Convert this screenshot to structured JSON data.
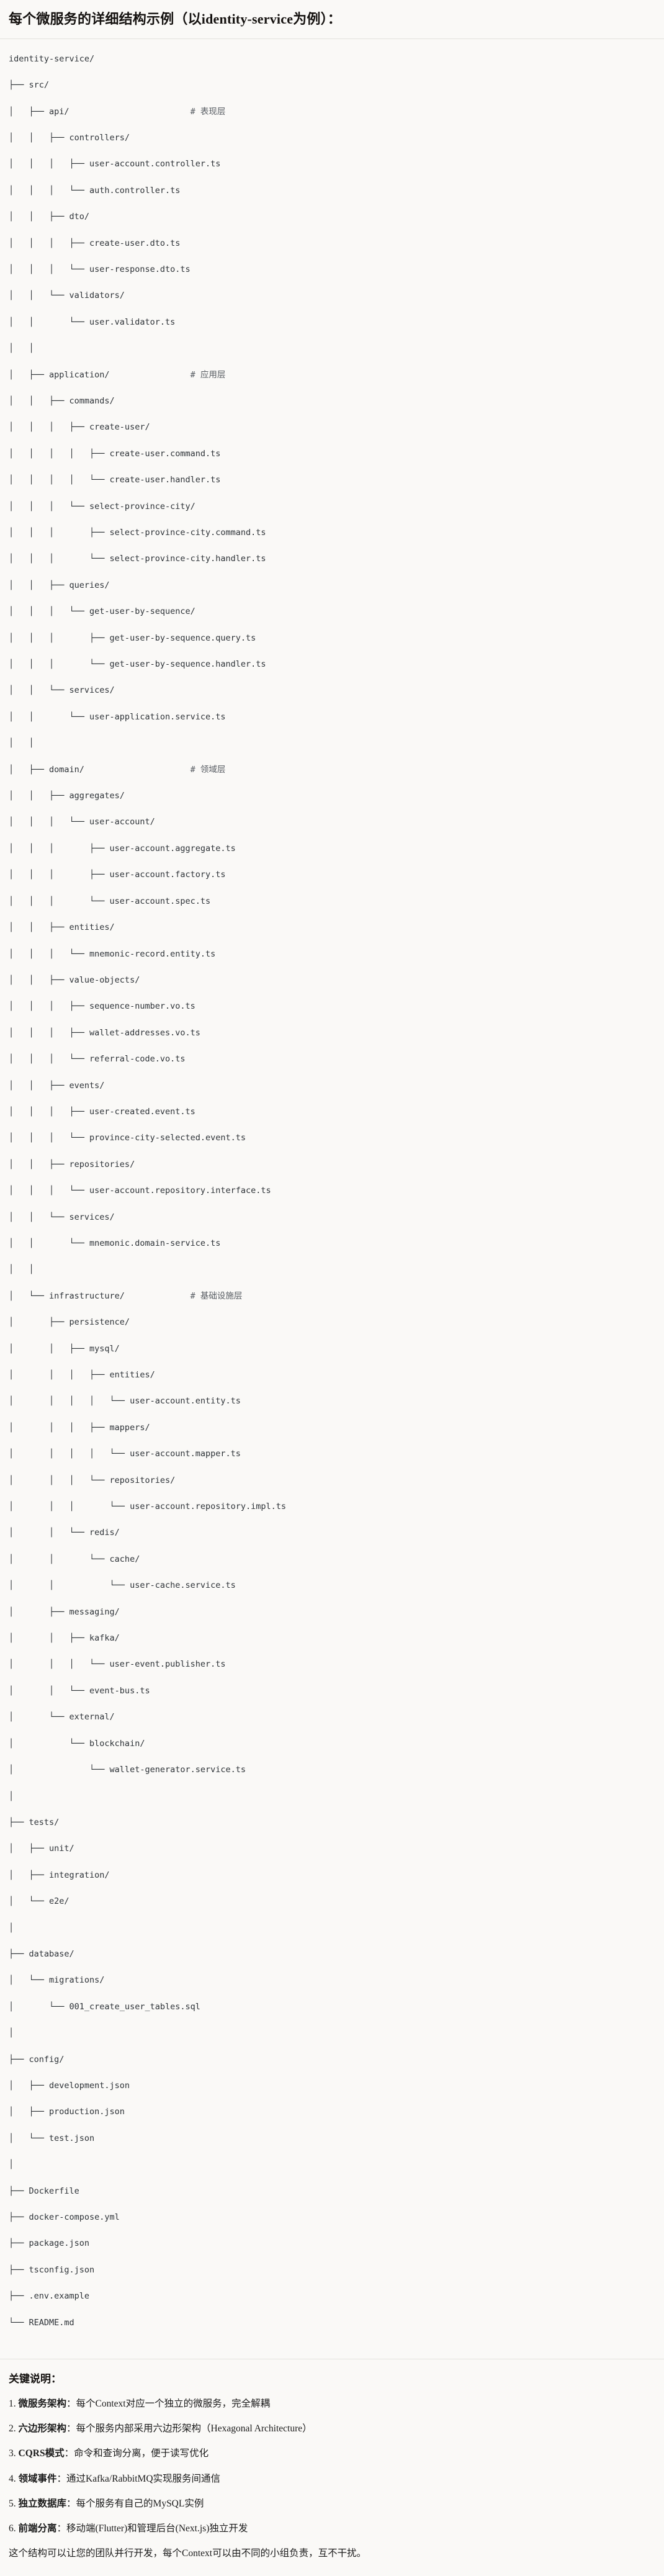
{
  "header": {
    "title": "每个微服务的详细结构示例（以identity-service为例）："
  },
  "tree": {
    "root_label": "identity-service/",
    "lines": [
      {
        "path": "identity-service/",
        "comment": ""
      },
      {
        "path": "├── src/",
        "comment": ""
      },
      {
        "path": "│   ├── api/",
        "comment": "# 表现层"
      },
      {
        "path": "│   │   ├── controllers/",
        "comment": ""
      },
      {
        "path": "│   │   │   ├── user-account.controller.ts",
        "comment": ""
      },
      {
        "path": "│   │   │   └── auth.controller.ts",
        "comment": ""
      },
      {
        "path": "│   │   ├── dto/",
        "comment": ""
      },
      {
        "path": "│   │   │   ├── create-user.dto.ts",
        "comment": ""
      },
      {
        "path": "│   │   │   └── user-response.dto.ts",
        "comment": ""
      },
      {
        "path": "│   │   └── validators/",
        "comment": ""
      },
      {
        "path": "│   │       └── user.validator.ts",
        "comment": ""
      },
      {
        "path": "│   │",
        "comment": ""
      },
      {
        "path": "│   ├── application/",
        "comment": "# 应用层"
      },
      {
        "path": "│   │   ├── commands/",
        "comment": ""
      },
      {
        "path": "│   │   │   ├── create-user/",
        "comment": ""
      },
      {
        "path": "│   │   │   │   ├── create-user.command.ts",
        "comment": ""
      },
      {
        "path": "│   │   │   │   └── create-user.handler.ts",
        "comment": ""
      },
      {
        "path": "│   │   │   └── select-province-city/",
        "comment": ""
      },
      {
        "path": "│   │   │       ├── select-province-city.command.ts",
        "comment": ""
      },
      {
        "path": "│   │   │       └── select-province-city.handler.ts",
        "comment": ""
      },
      {
        "path": "│   │   ├── queries/",
        "comment": ""
      },
      {
        "path": "│   │   │   └── get-user-by-sequence/",
        "comment": ""
      },
      {
        "path": "│   │   │       ├── get-user-by-sequence.query.ts",
        "comment": ""
      },
      {
        "path": "│   │   │       └── get-user-by-sequence.handler.ts",
        "comment": ""
      },
      {
        "path": "│   │   └── services/",
        "comment": ""
      },
      {
        "path": "│   │       └── user-application.service.ts",
        "comment": ""
      },
      {
        "path": "│   │",
        "comment": ""
      },
      {
        "path": "│   ├── domain/",
        "comment": "# 领域层"
      },
      {
        "path": "│   │   ├── aggregates/",
        "comment": ""
      },
      {
        "path": "│   │   │   └── user-account/",
        "comment": ""
      },
      {
        "path": "│   │   │       ├── user-account.aggregate.ts",
        "comment": ""
      },
      {
        "path": "│   │   │       ├── user-account.factory.ts",
        "comment": ""
      },
      {
        "path": "│   │   │       └── user-account.spec.ts",
        "comment": ""
      },
      {
        "path": "│   │   ├── entities/",
        "comment": ""
      },
      {
        "path": "│   │   │   └── mnemonic-record.entity.ts",
        "comment": ""
      },
      {
        "path": "│   │   ├── value-objects/",
        "comment": ""
      },
      {
        "path": "│   │   │   ├── sequence-number.vo.ts",
        "comment": ""
      },
      {
        "path": "│   │   │   ├── wallet-addresses.vo.ts",
        "comment": ""
      },
      {
        "path": "│   │   │   └── referral-code.vo.ts",
        "comment": ""
      },
      {
        "path": "│   │   ├── events/",
        "comment": ""
      },
      {
        "path": "│   │   │   ├── user-created.event.ts",
        "comment": ""
      },
      {
        "path": "│   │   │   └── province-city-selected.event.ts",
        "comment": ""
      },
      {
        "path": "│   │   ├── repositories/",
        "comment": ""
      },
      {
        "path": "│   │   │   └── user-account.repository.interface.ts",
        "comment": ""
      },
      {
        "path": "│   │   └── services/",
        "comment": ""
      },
      {
        "path": "│   │       └── mnemonic.domain-service.ts",
        "comment": ""
      },
      {
        "path": "│   │",
        "comment": ""
      },
      {
        "path": "│   └── infrastructure/",
        "comment": "# 基础设施层"
      },
      {
        "path": "│       ├── persistence/",
        "comment": ""
      },
      {
        "path": "│       │   ├── mysql/",
        "comment": ""
      },
      {
        "path": "│       │   │   ├── entities/",
        "comment": ""
      },
      {
        "path": "│       │   │   │   └── user-account.entity.ts",
        "comment": ""
      },
      {
        "path": "│       │   │   ├── mappers/",
        "comment": ""
      },
      {
        "path": "│       │   │   │   └── user-account.mapper.ts",
        "comment": ""
      },
      {
        "path": "│       │   │   └── repositories/",
        "comment": ""
      },
      {
        "path": "│       │   │       └── user-account.repository.impl.ts",
        "comment": ""
      },
      {
        "path": "│       │   └── redis/",
        "comment": ""
      },
      {
        "path": "│       │       └── cache/",
        "comment": ""
      },
      {
        "path": "│       │           └── user-cache.service.ts",
        "comment": ""
      },
      {
        "path": "│       ├── messaging/",
        "comment": ""
      },
      {
        "path": "│       │   ├── kafka/",
        "comment": ""
      },
      {
        "path": "│       │   │   └── user-event.publisher.ts",
        "comment": ""
      },
      {
        "path": "│       │   └── event-bus.ts",
        "comment": ""
      },
      {
        "path": "│       └── external/",
        "comment": ""
      },
      {
        "path": "│           └── blockchain/",
        "comment": ""
      },
      {
        "path": "│               └── wallet-generator.service.ts",
        "comment": ""
      },
      {
        "path": "│",
        "comment": ""
      },
      {
        "path": "├── tests/",
        "comment": ""
      },
      {
        "path": "│   ├── unit/",
        "comment": ""
      },
      {
        "path": "│   ├── integration/",
        "comment": ""
      },
      {
        "path": "│   └── e2e/",
        "comment": ""
      },
      {
        "path": "│",
        "comment": ""
      },
      {
        "path": "├── database/",
        "comment": ""
      },
      {
        "path": "│   └── migrations/",
        "comment": ""
      },
      {
        "path": "│       └── 001_create_user_tables.sql",
        "comment": ""
      },
      {
        "path": "│",
        "comment": ""
      },
      {
        "path": "├── config/",
        "comment": ""
      },
      {
        "path": "│   ├── development.json",
        "comment": ""
      },
      {
        "path": "│   ├── production.json",
        "comment": ""
      },
      {
        "path": "│   └── test.json",
        "comment": ""
      },
      {
        "path": "│",
        "comment": ""
      },
      {
        "path": "├── Dockerfile",
        "comment": ""
      },
      {
        "path": "├── docker-compose.yml",
        "comment": ""
      },
      {
        "path": "├── package.json",
        "comment": ""
      },
      {
        "path": "├── tsconfig.json",
        "comment": ""
      },
      {
        "path": "├── .env.example",
        "comment": ""
      },
      {
        "path": "└── README.md",
        "comment": ""
      }
    ]
  },
  "notes": {
    "title": "关键说明：",
    "items": [
      {
        "index": "1.",
        "term": "微服务架构",
        "sep": "：",
        "desc": "每个Context对应一个独立的微服务，完全解耦"
      },
      {
        "index": "2.",
        "term": "六边形架构",
        "sep": "：",
        "desc": "每个服务内部采用六边形架构（Hexagonal Architecture）"
      },
      {
        "index": "3.",
        "term": "CQRS模式",
        "sep": "：",
        "desc": "命令和查询分离，便于读写优化"
      },
      {
        "index": "4.",
        "term": "领域事件",
        "sep": "：",
        "desc": "通过Kafka/RabbitMQ实现服务间通信"
      },
      {
        "index": "5.",
        "term": "独立数据库",
        "sep": "：",
        "desc": "每个服务有自己的MySQL实例"
      },
      {
        "index": "6.",
        "term": "前端分离",
        "sep": "：",
        "desc": "移动端(Flutter)和管理后台(Next.js)独立开发"
      }
    ],
    "footer": "这个结构可以让您的团队并行开发，每个Context可以由不同的小组负责，互不干扰。"
  },
  "colors": {
    "background": "#faf9f7",
    "text": "#1b1b1b",
    "tree_text": "#2e3338",
    "comment_text": "#585d63",
    "divider": "#e3e1dd"
  }
}
